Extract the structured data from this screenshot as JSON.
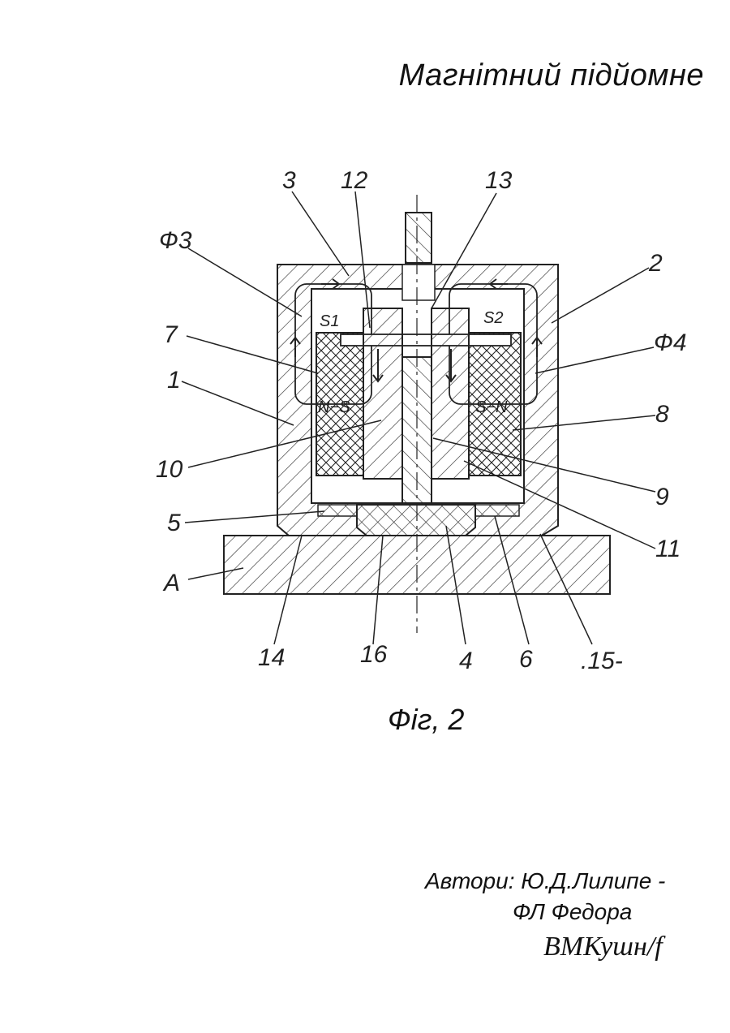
{
  "document": {
    "title": "Магнітний підйомне",
    "figure_caption": "Фіг, 2",
    "authors": {
      "line1": "Автори: Ю.Д.Лилипе -",
      "line2": "ФЛ Федора",
      "line3": "ВМКушн/f"
    }
  },
  "figure": {
    "labels": {
      "l3": "3",
      "l12": "12",
      "l13": "13",
      "phi3": "Ф3",
      "l2": "2",
      "l7": "7",
      "phi4": "Ф4",
      "l1": "1",
      "l8": "8",
      "l10": "10",
      "l9": "9",
      "l5": "5",
      "l11": "11",
      "lA": "A",
      "l14": "14",
      "l16": "16",
      "l4": "4",
      "l6": "6",
      "l15": ".15-",
      "s1": "S1",
      "s2": "S2",
      "ns_left": "N−S",
      "sn_right": "S−N"
    }
  }
}
